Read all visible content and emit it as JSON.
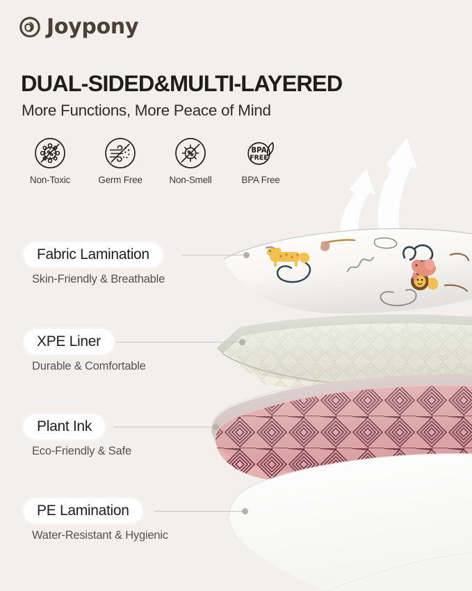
{
  "brand": {
    "name": "Joypony",
    "logo_icon": "joypony-circle-mark",
    "logo_color": "#4a4036"
  },
  "header": {
    "title": "DUAL-SIDED&MULTI-LAYERED",
    "subtitle": "More Functions, More Peace of Mind"
  },
  "badges": [
    {
      "label": "Non-Toxic",
      "icon": "virus-no-entry-icon"
    },
    {
      "label": "Germ Free",
      "icon": "wind-germ-no-entry-icon"
    },
    {
      "label": "Non-Smell",
      "icon": "odor-germ-no-entry-icon"
    },
    {
      "label": "BPA Free",
      "icon": "bpa-free-leaf-icon",
      "text_line1": "BPA",
      "text_line2": "FREE"
    }
  ],
  "layers": [
    {
      "title": "Fabric Lamination",
      "subtitle": "Skin-Friendly & Breathable",
      "material": "printed animal fabric top sheet",
      "color": "#f6f5f2"
    },
    {
      "title": "XPE Liner",
      "subtitle": "Durable & Comfortable",
      "material": "embossed diamond foam liner",
      "color": "#eeefe1"
    },
    {
      "title": "Plant Ink",
      "subtitle": "Eco-Friendly & Safe",
      "material": "pink geometric printed sheet",
      "color": "#e9b4b4"
    },
    {
      "title": "PE Lamination",
      "subtitle": "Water-Resistant & Hygienic",
      "material": "plain white backing sheet",
      "color": "#ffffff"
    }
  ],
  "decor": {
    "arrows": "two-upward-curved-arrows",
    "background_color": "#f2efed",
    "leader_line_color": "#c9c5c2"
  }
}
